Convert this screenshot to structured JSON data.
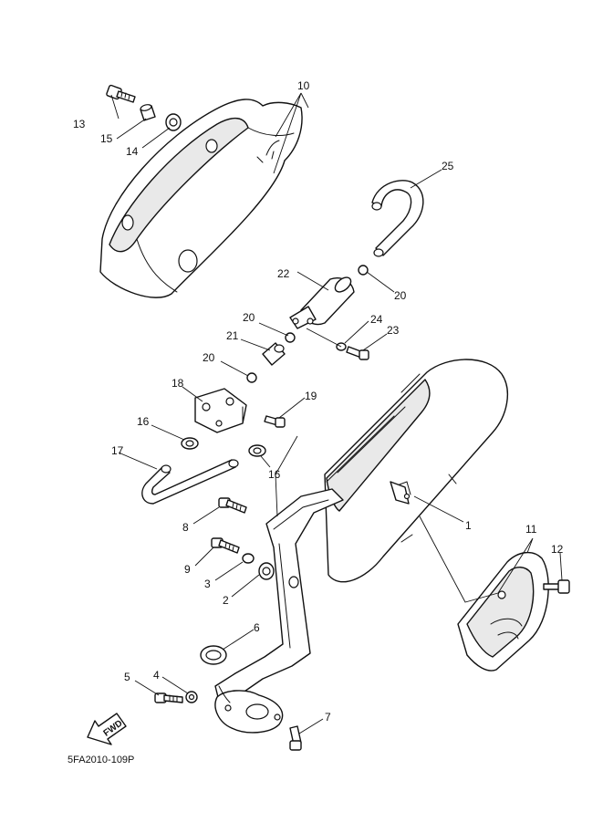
{
  "diagram_code": "5FA2010-109P",
  "fwd_label": "FWD",
  "callouts": {
    "c1": "1",
    "c2": "2",
    "c3": "3",
    "c4": "4",
    "c5": "5",
    "c6": "6",
    "c7": "7",
    "c8": "8",
    "c9": "9",
    "c10": "10",
    "c11": "11",
    "c12": "12",
    "c13": "13",
    "c14": "14",
    "c15": "15",
    "c16a": "16",
    "c16b": "16",
    "c17": "17",
    "c18": "18",
    "c19": "19",
    "c20a": "20",
    "c20b": "20",
    "c20c": "20",
    "c21": "21",
    "c22": "22",
    "c23": "23",
    "c24": "24",
    "c25": "25"
  }
}
